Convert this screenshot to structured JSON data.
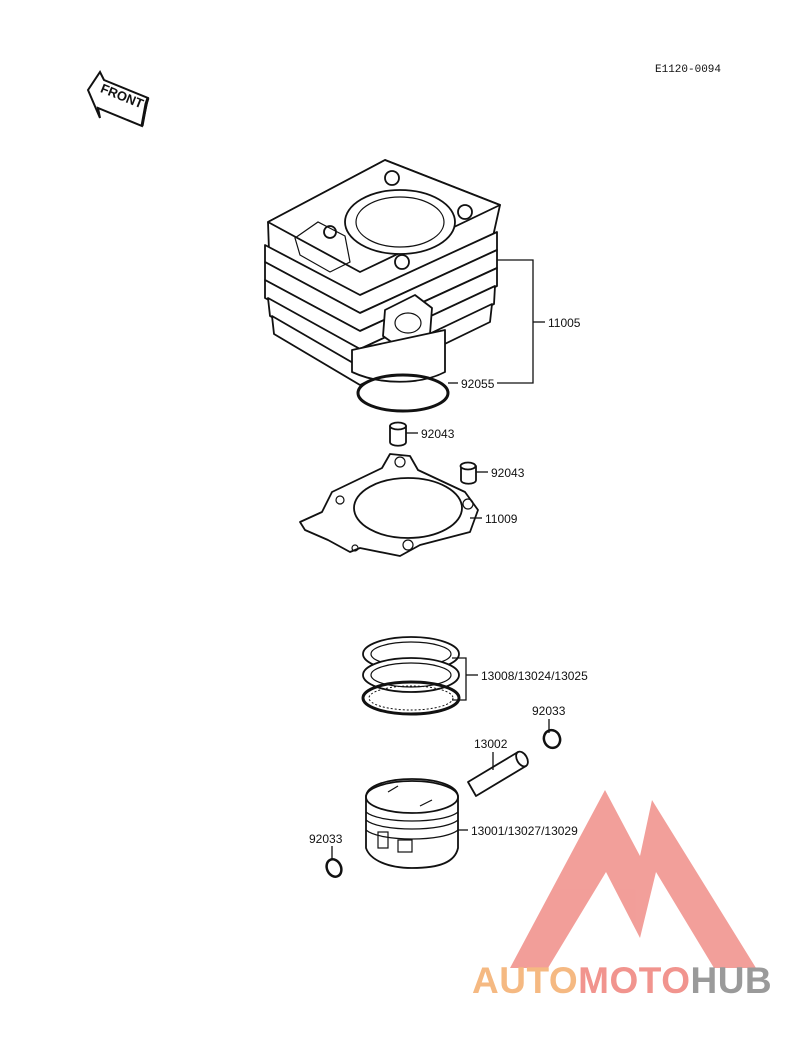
{
  "diagram_code": "E1120-0094",
  "front_arrow_label": "FRONT",
  "labels": {
    "cylinder": "11005",
    "o_ring": "92055",
    "dowel_left": "92043",
    "dowel_right": "92043",
    "base_gasket": "11009",
    "piston_rings": "13008/13024/13025",
    "circlip_right": "92033",
    "piston_pin": "13002",
    "piston": "13001/13027/13029",
    "circlip_left": "92033"
  },
  "watermark": {
    "part1": "AUTO",
    "part2": "MOTO",
    "part3": "HUB",
    "colors": {
      "auto": "#f5b982",
      "moto": "#f1948e",
      "hub": "#9a9a9a",
      "logo": "#f08e88"
    }
  }
}
